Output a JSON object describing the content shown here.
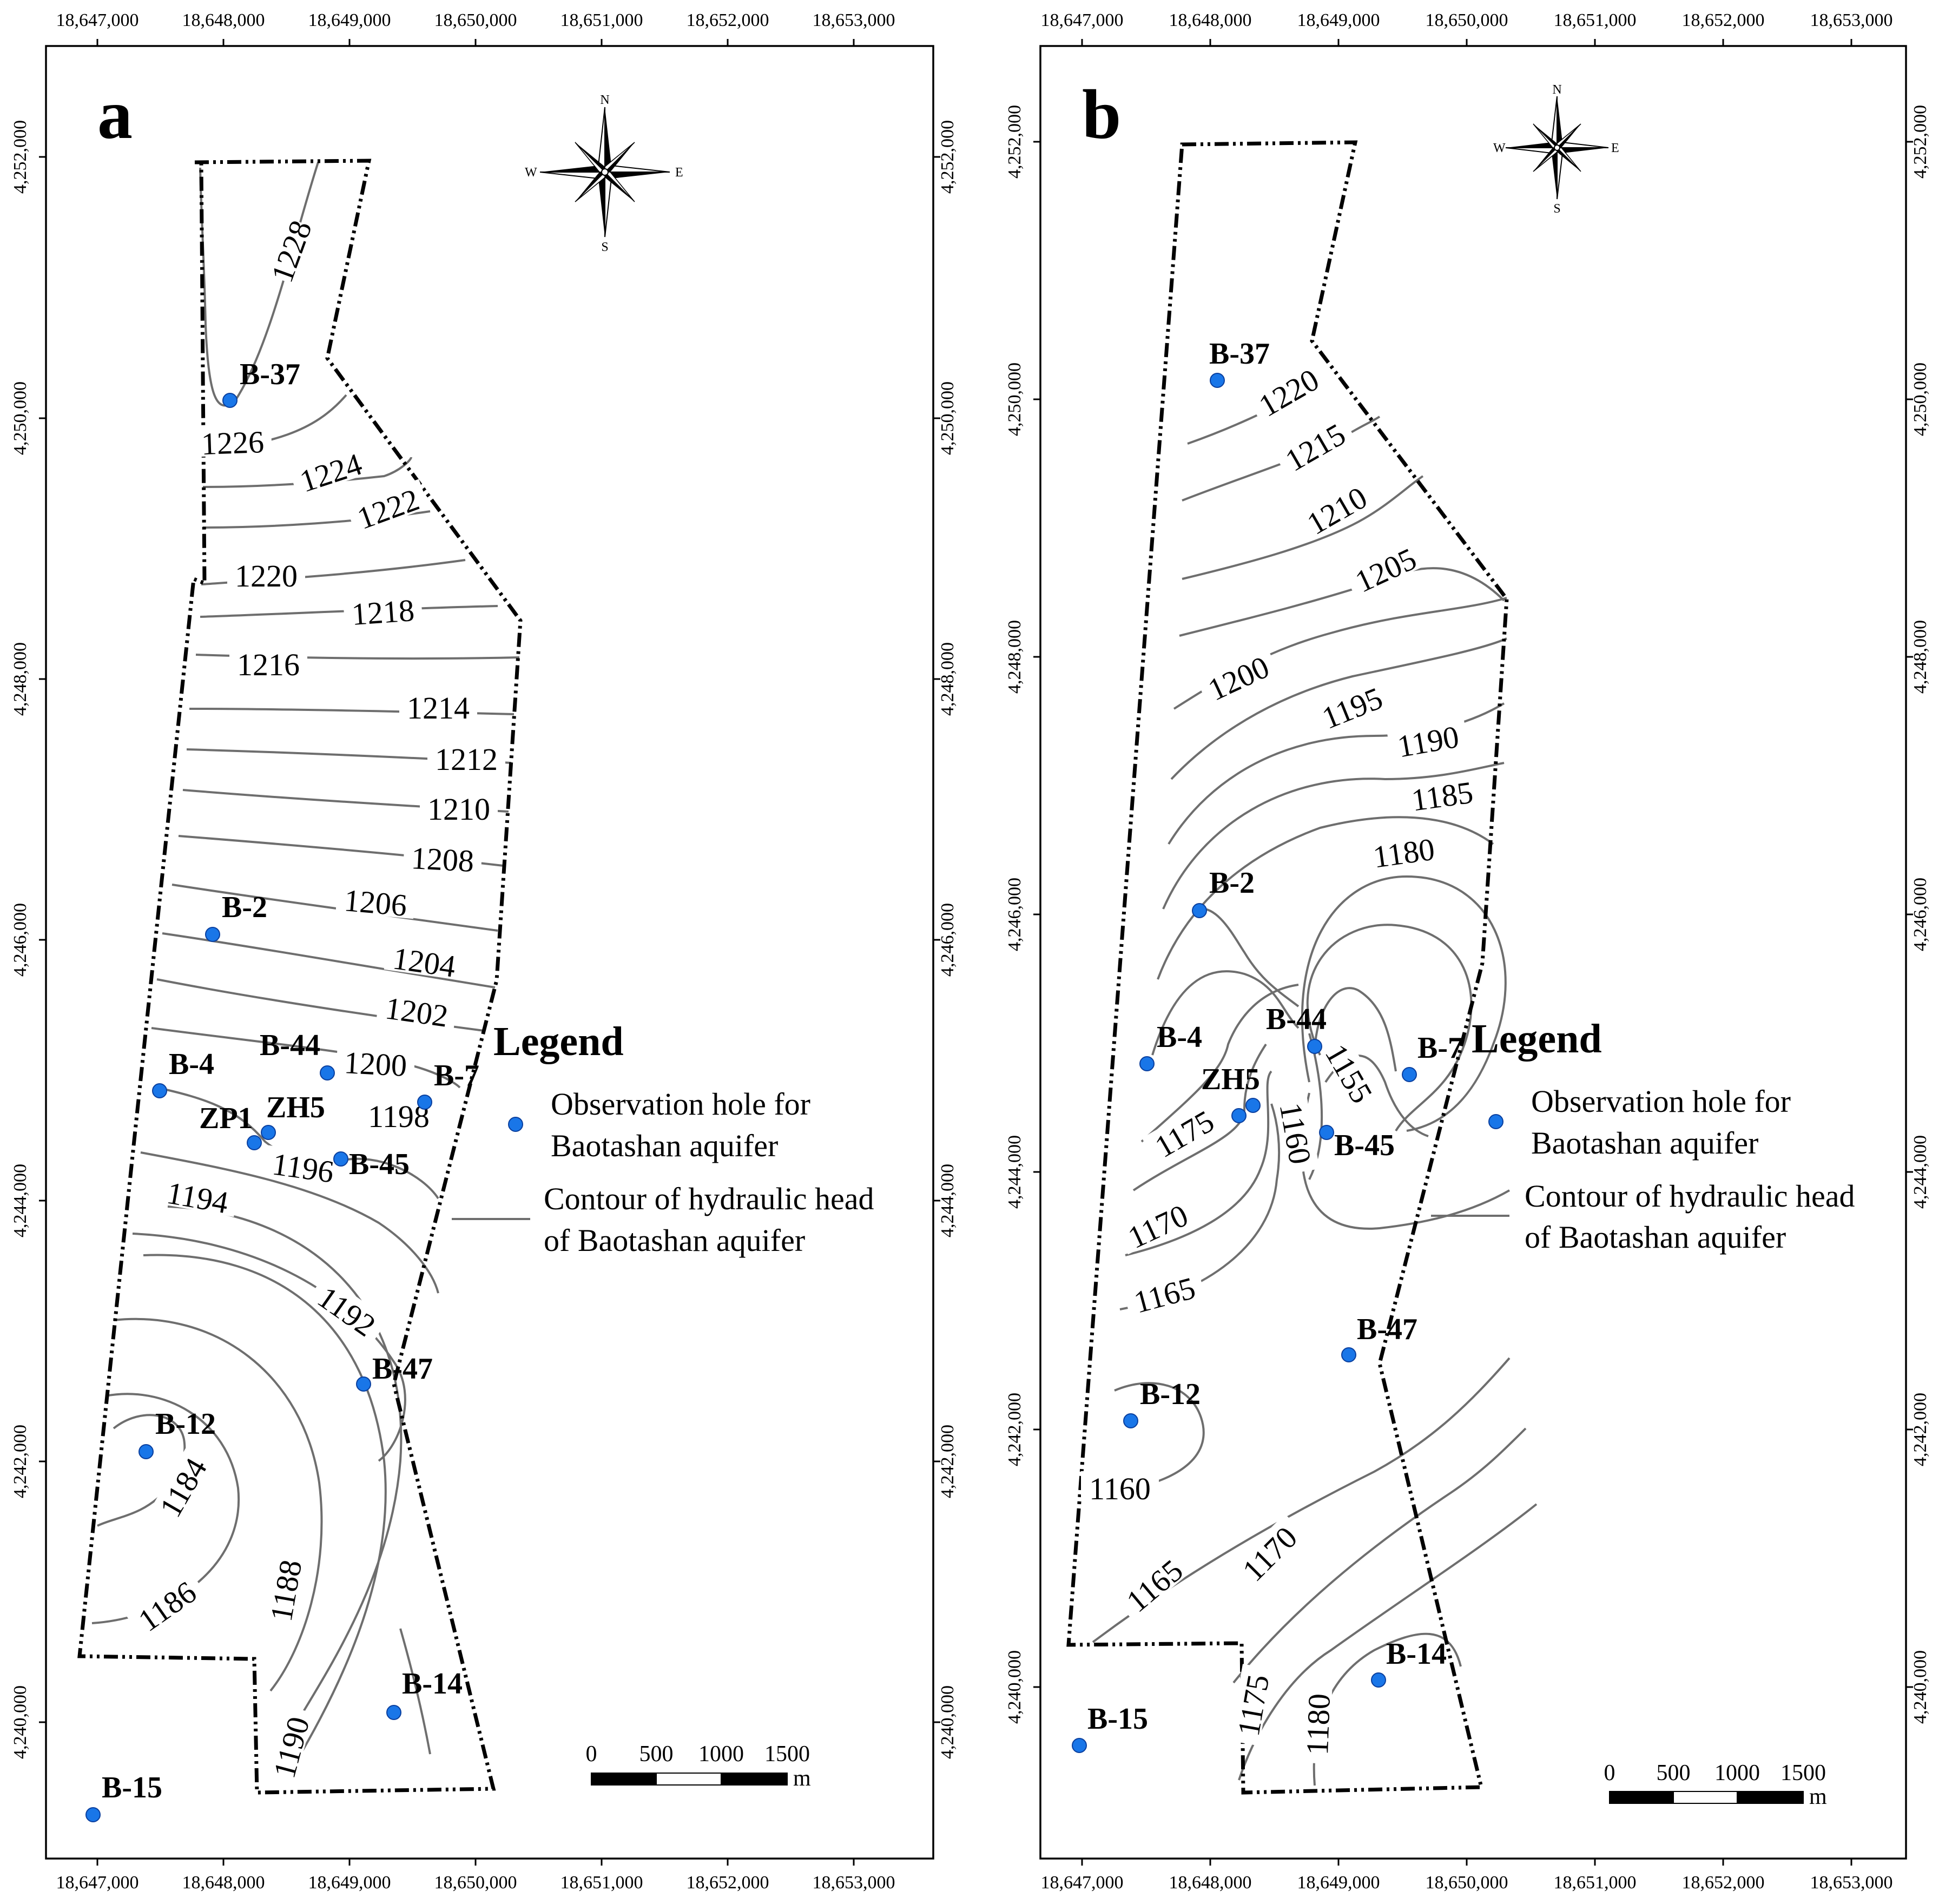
{
  "panels": [
    {
      "id": "a",
      "letter": "a",
      "x_ticks": [
        "18,647,000",
        "18,648,000",
        "18,649,000",
        "18,650,000",
        "18,651,000",
        "18,652,000",
        "18,653,000"
      ],
      "y_ticks": [
        "4,252,000",
        "4,250,000",
        "4,248,000",
        "4,246,000",
        "4,244,000",
        "4,242,000",
        "4,240,000"
      ],
      "contour_labels": [
        "1228",
        "1226",
        "1224",
        "1222",
        "1220",
        "1218",
        "1216",
        "1214",
        "1212",
        "1210",
        "1208",
        "1206",
        "1204",
        "1202",
        "1200",
        "1198",
        "1196",
        "1194",
        "1192",
        "1184",
        "1186",
        "1188",
        "1190"
      ],
      "wells": [
        "B-37",
        "B-2",
        "B-4",
        "B-44",
        "B-7",
        "ZP1",
        "ZH5",
        "B-45",
        "B-47",
        "B-12",
        "B-14",
        "B-15"
      ],
      "legend": {
        "title": "Legend",
        "observation_label_1": "Observation hole for",
        "observation_label_2": "Baotashan aquifer",
        "contour_label_1": "Contour of hydraulic head",
        "contour_label_2": "of Baotashan aquifer"
      },
      "compass": {
        "n": "N",
        "s": "S",
        "e": "E",
        "w": "W"
      },
      "scale": {
        "labels": [
          "0",
          "500",
          "1000",
          "1500"
        ],
        "unit": "m"
      }
    },
    {
      "id": "b",
      "letter": "b",
      "x_ticks": [
        "18,647,000",
        "18,648,000",
        "18,649,000",
        "18,650,000",
        "18,651,000",
        "18,652,000",
        "18,653,000"
      ],
      "y_ticks": [
        "4,252,000",
        "4,250,000",
        "4,248,000",
        "4,246,000",
        "4,244,000",
        "4,242,000",
        "4,240,000"
      ],
      "contour_labels": [
        "1220",
        "1215",
        "1210",
        "1205",
        "1200",
        "1195",
        "1190",
        "1185",
        "1180",
        "1175",
        "1170",
        "1165",
        "1160",
        "1155",
        "1160",
        "1165",
        "1170",
        "1175",
        "1180"
      ],
      "wells": [
        "B-37",
        "B-2",
        "B-4",
        "B-44",
        "B-7",
        "ZH5",
        "B-45",
        "B-47",
        "B-12",
        "B-14",
        "B-15"
      ],
      "legend": {
        "title": "Legend",
        "observation_label_1": "Observation hole for",
        "observation_label_2": "Baotashan aquifer",
        "contour_label_1": "Contour of hydraulic head",
        "contour_label_2": "of Baotashan aquifer"
      },
      "compass": {
        "n": "N",
        "s": "S",
        "e": "E",
        "w": "W"
      },
      "scale": {
        "labels": [
          "0",
          "500",
          "1000",
          "1500"
        ],
        "unit": "m"
      }
    }
  ],
  "colors": {
    "well": "#1976e8",
    "contour": "#6e6e6e",
    "boundary": "#000000"
  }
}
